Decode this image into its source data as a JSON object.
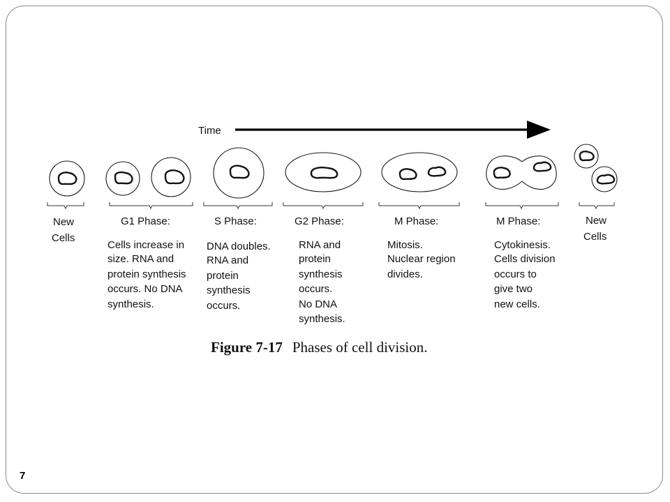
{
  "time_label": "Time",
  "stages": [
    {
      "title_lines": [
        "New",
        "Cells"
      ],
      "description_lines": []
    },
    {
      "title_lines": [
        "G1 Phase:"
      ],
      "description_lines": [
        "Cells increase in",
        "size. RNA and",
        "protein synthesis",
        "occurs. No DNA",
        "synthesis."
      ]
    },
    {
      "title_lines": [
        "S Phase:"
      ],
      "description_lines": [
        "DNA doubles.",
        "RNA and",
        "protein",
        "synthesis",
        "occurs."
      ]
    },
    {
      "title_lines": [
        "G2 Phase:"
      ],
      "description_lines": [
        "RNA and",
        "protein",
        "synthesis",
        "occurs.",
        "No DNA",
        "synthesis."
      ]
    },
    {
      "title_lines": [
        "M Phase:"
      ],
      "description_lines": [
        "Mitosis.",
        "Nuclear region",
        "divides."
      ]
    },
    {
      "title_lines": [
        "M Phase:"
      ],
      "description_lines": [
        "Cytokinesis.",
        "Cells division",
        "occurs to",
        "give two",
        "new cells."
      ]
    },
    {
      "title_lines": [
        "New",
        "Cells"
      ],
      "description_lines": []
    }
  ],
  "caption": {
    "figure_number": "Figure 7-17",
    "text": "Phases of cell division."
  },
  "page_number": "7"
}
